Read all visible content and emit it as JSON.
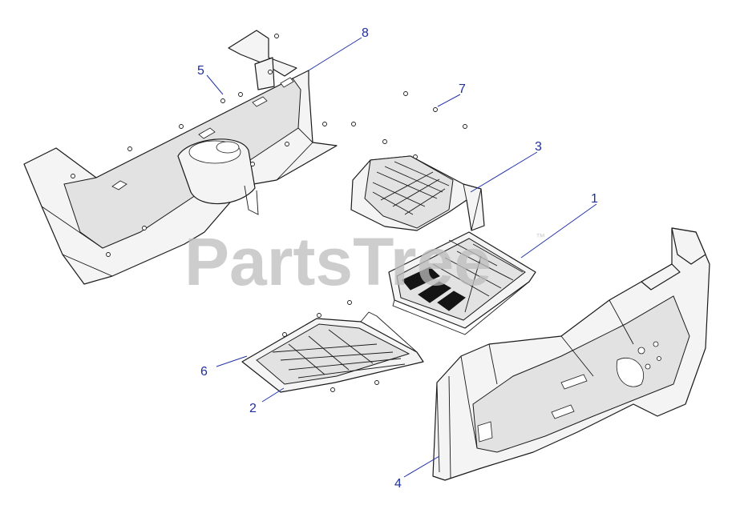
{
  "watermark": {
    "text": "PartsTree",
    "trademark": "™"
  },
  "callouts": [
    {
      "id": "callout-1",
      "label": "1"
    },
    {
      "id": "callout-2",
      "label": "2"
    },
    {
      "id": "callout-3",
      "label": "3"
    },
    {
      "id": "callout-4",
      "label": "4"
    },
    {
      "id": "callout-5",
      "label": "5"
    },
    {
      "id": "callout-6",
      "label": "6"
    },
    {
      "id": "callout-7",
      "label": "7"
    },
    {
      "id": "callout-8",
      "label": "8"
    }
  ],
  "colors": {
    "callout": "#1f2fa0",
    "leader": "#2233aa",
    "line": "#1a1a1a",
    "watermark": "#bdbdbd"
  }
}
